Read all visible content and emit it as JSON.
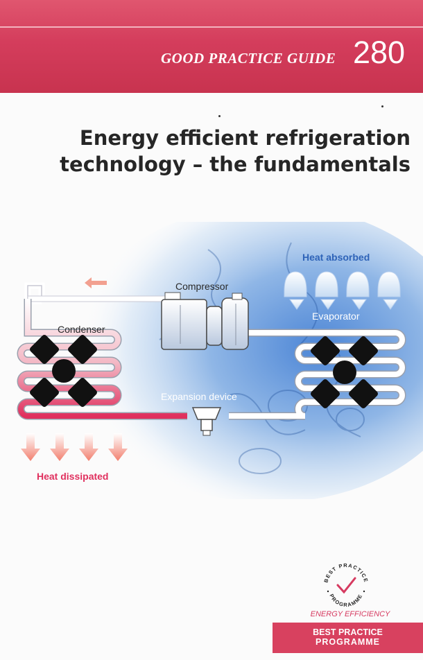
{
  "header": {
    "series_label": "GOOD PRACTICE GUIDE",
    "guide_number": "280"
  },
  "cover": {
    "title_line1": "Energy efficient refrigeration",
    "title_line2": "technology – the fundamentals"
  },
  "diagram": {
    "compressor": "Compressor",
    "condenser": "Condenser",
    "evaporator": "Evaporator",
    "expansion_device": "Expansion device",
    "heat_absorbed": "Heat absorbed",
    "heat_dissipated": "Heat dissipated"
  },
  "footer": {
    "logo_text": "BEST PRACTICE PROGRAMME",
    "energy_efficiency": "ENERGY EFFICIENCY",
    "badge_line1": "BEST PRACTICE",
    "badge_line2": "PROGRAMME"
  },
  "colors": {
    "banner": "#d43d5c",
    "heat_pink": "#e0305e",
    "cool_blue": "#2e63b8",
    "badge": "#d8415f"
  }
}
